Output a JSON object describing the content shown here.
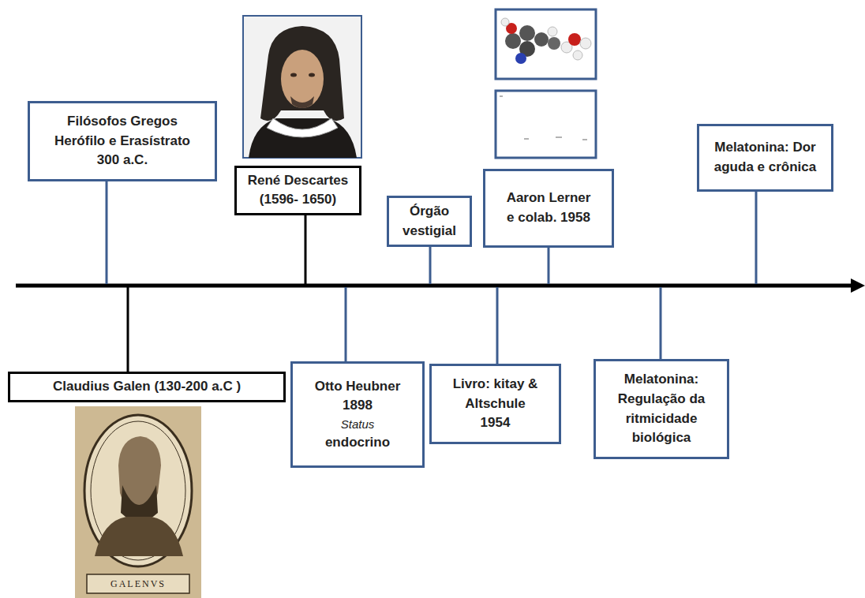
{
  "diagram": {
    "nodes": [
      {
        "text": [
          "Filósofos Gregos Herófilo e Erasístrato 300 a.C."
        ]
      },
      {
        "text": [
          "Claudius Galen (130-200 a.C )"
        ]
      },
      {
        "text": [
          "René Descartes (1596- 1650)"
        ]
      },
      {
        "text": [
          "Otto Heubner 1898",
          "Status endocrino"
        ]
      },
      {
        "text": [
          "Órgão vestigial"
        ]
      },
      {
        "text": [
          "Livro: kitay & Altschule 1954"
        ]
      },
      {
        "text": [
          "Aaron Lerner e colab. 1958"
        ]
      },
      {
        "text": [
          "Melatonina: Regulação da ritmicidade biológica"
        ]
      },
      {
        "text": [
          "Melatonina: Dor aguda e crônica"
        ]
      }
    ],
    "labels": [
      "GALENVS"
    ]
  }
}
